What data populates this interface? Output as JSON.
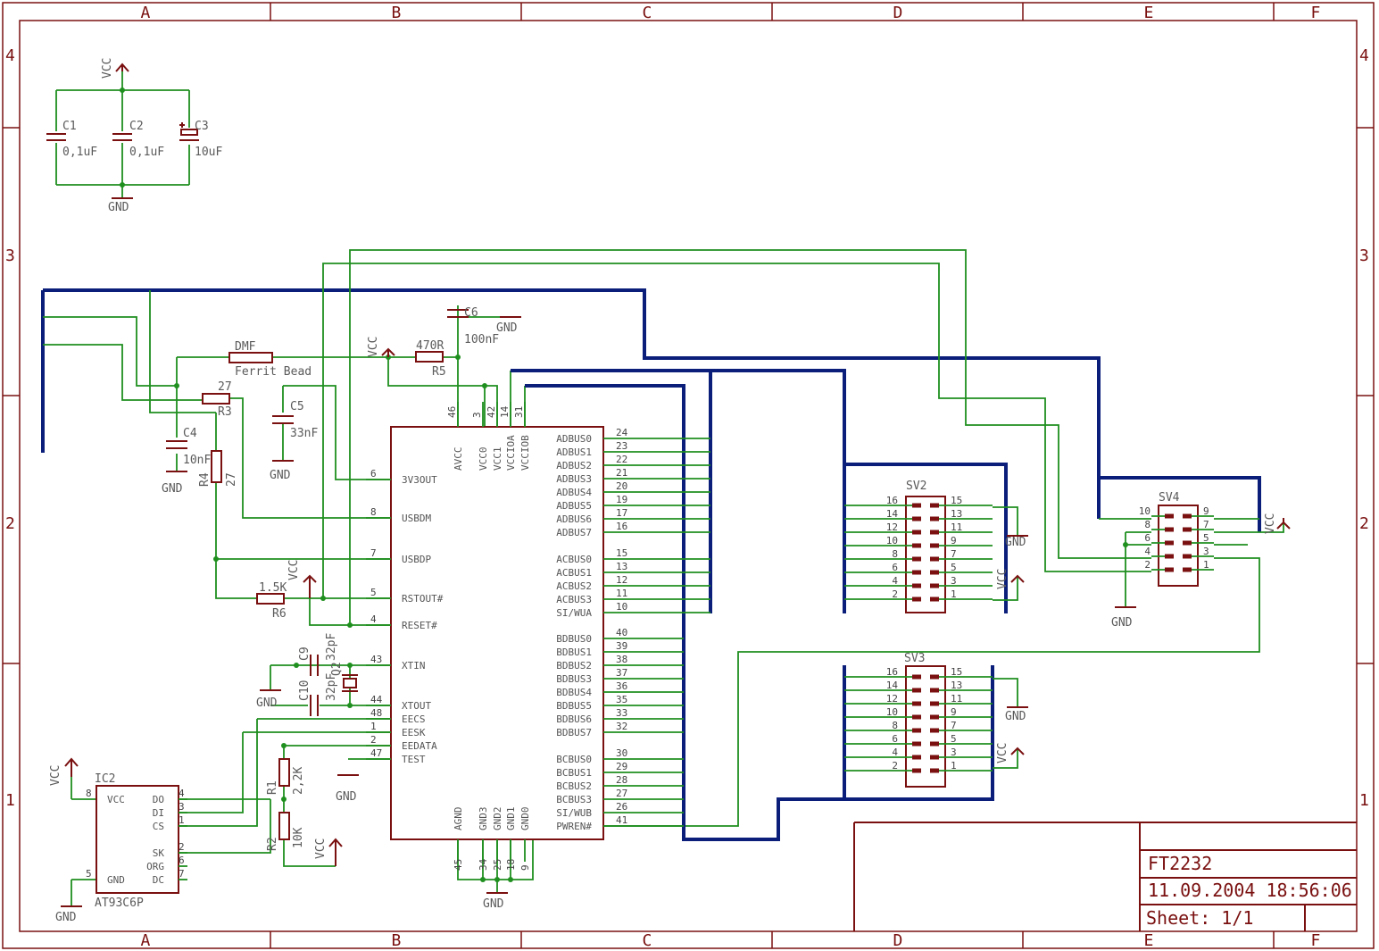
{
  "frame": {
    "columns": [
      "A",
      "B",
      "C",
      "D",
      "E",
      "F"
    ],
    "rows": [
      "4",
      "3",
      "2",
      "1"
    ]
  },
  "title_block": {
    "name": "FT2232",
    "datetime": "11.09.2004  18:56:06",
    "sheet": "Sheet: 1/1"
  },
  "power": {
    "vcc": "VCC",
    "gnd": "GND"
  },
  "parts": {
    "c1": {
      "ref": "C1",
      "value": "0,1uF"
    },
    "c2": {
      "ref": "C2",
      "value": "0,1uF"
    },
    "c3": {
      "ref": "C3",
      "value": "10uF"
    },
    "c4": {
      "ref": "C4",
      "value": "10nF"
    },
    "c5": {
      "ref": "C5",
      "value": "33nF"
    },
    "c6": {
      "ref": "C6",
      "value": "100nF"
    },
    "c9": {
      "ref": "C9",
      "value": "32pF"
    },
    "c10": {
      "ref": "C10",
      "value": "32pF"
    },
    "dmf": {
      "ref": "DMF",
      "value": "Ferrit Bead"
    },
    "r1": {
      "ref": "R1",
      "value": "2,2K"
    },
    "r2": {
      "ref": "R2",
      "value": "10K"
    },
    "r3": {
      "ref": "R3",
      "value": "27"
    },
    "r4": {
      "ref": "R4",
      "value": "27"
    },
    "r5": {
      "ref": "R5",
      "value": "470R"
    },
    "r6": {
      "ref": "R6",
      "value": "1.5K"
    },
    "q2": {
      "ref": "Q2"
    },
    "ic2": {
      "ref": "IC2",
      "value": "AT93C6P"
    },
    "sv2": {
      "ref": "SV2"
    },
    "sv3": {
      "ref": "SV3"
    },
    "sv4": {
      "ref": "SV4"
    }
  },
  "ic_main": {
    "top_pins": [
      {
        "name": "AVCC",
        "num": "46"
      },
      {
        "name": "VCC0",
        "num": "3"
      },
      {
        "name": "VCC1",
        "num": "42"
      },
      {
        "name": "VCCIOA",
        "num": "14"
      },
      {
        "name": "VCCIOB",
        "num": "31"
      }
    ],
    "left_pins": [
      {
        "name": "3V3OUT",
        "num": "6"
      },
      {
        "name": "USBDM",
        "num": "8"
      },
      {
        "name": "USBDP",
        "num": "7"
      },
      {
        "name": "RSTOUT#",
        "num": "5"
      },
      {
        "name": "RESET#",
        "num": "4"
      },
      {
        "name": "XTIN",
        "num": "43"
      },
      {
        "name": "XTOUT",
        "num": "44"
      },
      {
        "name": "EECS",
        "num": "48"
      },
      {
        "name": "EESK",
        "num": "1"
      },
      {
        "name": "EEDATA",
        "num": "2"
      },
      {
        "name": "TEST",
        "num": "47"
      }
    ],
    "right_pins": [
      {
        "name": "ADBUS0",
        "num": "24"
      },
      {
        "name": "ADBUS1",
        "num": "23"
      },
      {
        "name": "ADBUS2",
        "num": "22"
      },
      {
        "name": "ADBUS3",
        "num": "21"
      },
      {
        "name": "ADBUS4",
        "num": "20"
      },
      {
        "name": "ADBUS5",
        "num": "19"
      },
      {
        "name": "ADBUS6",
        "num": "17"
      },
      {
        "name": "ADBUS7",
        "num": "16"
      },
      {
        "name": "ACBUS0",
        "num": "15"
      },
      {
        "name": "ACBUS1",
        "num": "13"
      },
      {
        "name": "ACBUS2",
        "num": "12"
      },
      {
        "name": "ACBUS3",
        "num": "11"
      },
      {
        "name": "SI/WUA",
        "num": "10"
      },
      {
        "name": "BDBUS0",
        "num": "40"
      },
      {
        "name": "BDBUS1",
        "num": "39"
      },
      {
        "name": "BDBUS2",
        "num": "38"
      },
      {
        "name": "BDBUS3",
        "num": "37"
      },
      {
        "name": "BDBUS4",
        "num": "36"
      },
      {
        "name": "BDBUS5",
        "num": "35"
      },
      {
        "name": "BDBUS6",
        "num": "33"
      },
      {
        "name": "BDBUS7",
        "num": "32"
      },
      {
        "name": "BCBUS0",
        "num": "30"
      },
      {
        "name": "BCBUS1",
        "num": "29"
      },
      {
        "name": "BCBUS2",
        "num": "28"
      },
      {
        "name": "BCBUS3",
        "num": "27"
      },
      {
        "name": "SI/WUB",
        "num": "26"
      },
      {
        "name": "PWREN#",
        "num": "41"
      }
    ],
    "bottom_pins": [
      {
        "name": "AGND",
        "num": "45"
      },
      {
        "name": "GND3",
        "num": "34"
      },
      {
        "name": "GND2",
        "num": "25"
      },
      {
        "name": "GND1",
        "num": "18"
      },
      {
        "name": "GND0",
        "num": "9"
      }
    ]
  },
  "ic2_pins": {
    "left": [
      {
        "name": "VCC",
        "num": "8"
      },
      {
        "name": "GND",
        "num": "5"
      }
    ],
    "right": [
      {
        "name": "DO",
        "num": "4"
      },
      {
        "name": "DI",
        "num": "3"
      },
      {
        "name": "CS",
        "num": "1"
      },
      {
        "name": "SK",
        "num": "2"
      },
      {
        "name": "ORG",
        "num": "6"
      },
      {
        "name": "DC",
        "num": "7"
      }
    ]
  },
  "header16": {
    "left": [
      "16",
      "14",
      "12",
      "10",
      "8",
      "6",
      "4",
      "2"
    ],
    "right": [
      "15",
      "13",
      "11",
      "9",
      "7",
      "5",
      "3",
      "1"
    ]
  },
  "header10": {
    "left": [
      "10",
      "8",
      "6",
      "4",
      "2"
    ],
    "right": [
      "9",
      "7",
      "5",
      "3",
      "1"
    ]
  }
}
